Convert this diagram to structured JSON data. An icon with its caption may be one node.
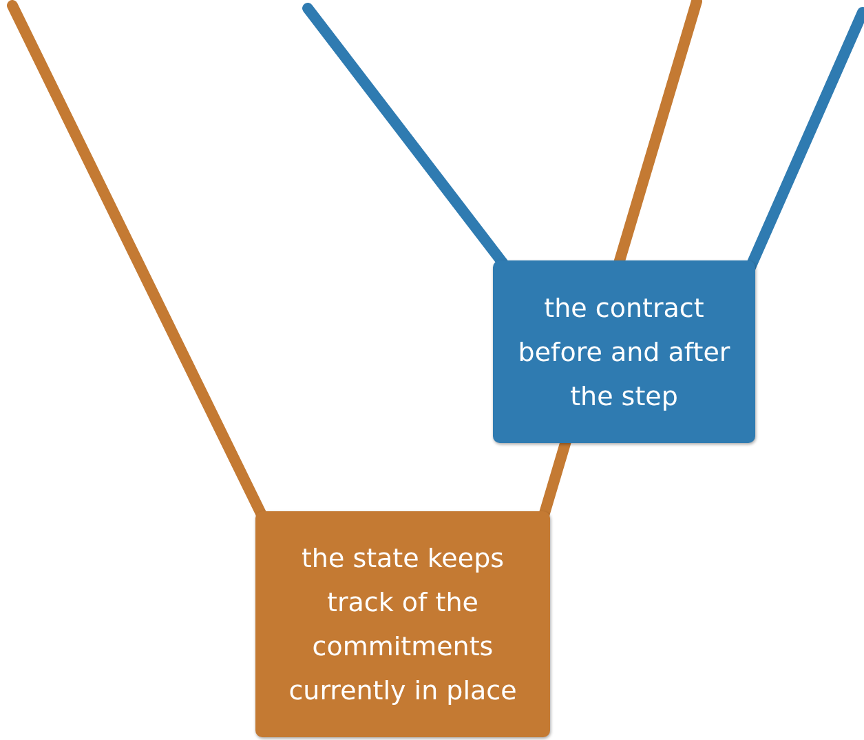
{
  "diagram": {
    "nodes": [
      {
        "text": [
          "the state keeps track of the commitments currently in place"
        ]
      },
      {
        "text": [
          "the contract before and after the step"
        ]
      }
    ],
    "edges": [
      {
        "from": 0,
        "to": null,
        "arrow": "none",
        "color": "#c47a33"
      },
      {
        "from": 0,
        "to": null,
        "arrow": "none",
        "color": "#c47a33"
      },
      {
        "from": 1,
        "to": null,
        "arrow": "none",
        "color": "#2f7bb1"
      },
      {
        "from": 1,
        "to": null,
        "arrow": "none",
        "color": "#2f7bb1"
      }
    ]
  }
}
